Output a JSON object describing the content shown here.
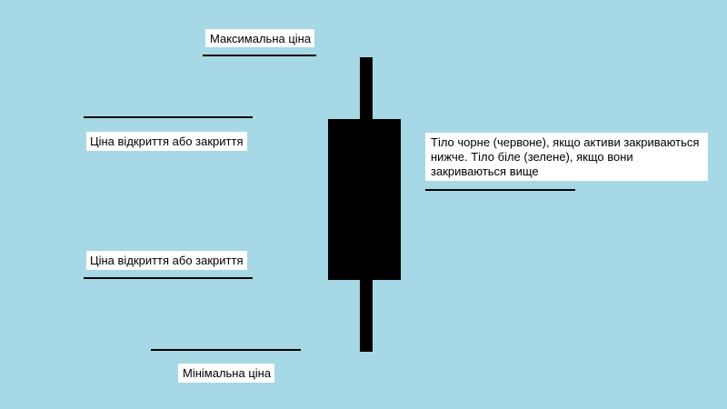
{
  "labels": {
    "high_price": "Максимальна ціна",
    "open_close_top": "Ціна відкриття або закриття",
    "open_close_bottom": "Ціна відкриття або закриття",
    "low_price": "Мінімальна ціна",
    "body_note": "Тіло чорне (червоне), якщо активи закриваються нижче. Тіло біле (зелене), якщо вони закриваються вище"
  },
  "colors": {
    "background": "#a6d8e5",
    "candle": "#000000",
    "label_background": "#ffffff"
  }
}
